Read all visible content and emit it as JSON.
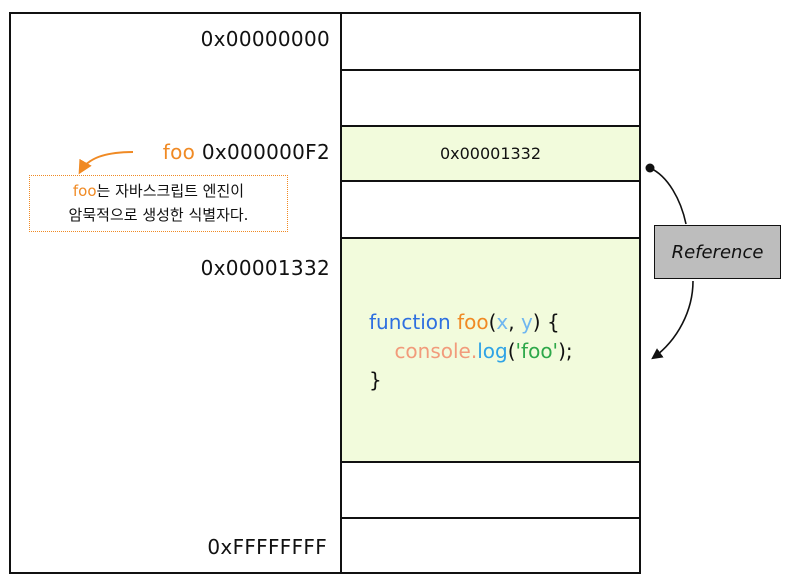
{
  "addresses": {
    "start": "0x00000000",
    "foo_name": "foo",
    "foo_addr": "0x000000F2",
    "func_addr": "0x00001332",
    "end": "0xFFFFFFFF"
  },
  "memory_cells": {
    "foo_value": "0x00001332"
  },
  "note": {
    "foo": "foo",
    "line1_rest": "는 자바스크립트 엔진이",
    "line2": "암묵적으로 생성한 식별자다."
  },
  "code": {
    "kw_function": "function",
    "fn_name": "foo",
    "open_paren": "(",
    "param_x": "x",
    "comma": ", ",
    "param_y": "y",
    "close_sig": ") {",
    "indent": "    ",
    "console": "console",
    "dot": ".",
    "log": "log",
    "open_call": "(",
    "string": "'foo'",
    "close_call": ");",
    "close_brace": "}"
  },
  "reference_label": "Reference",
  "colors": {
    "highlight": "#f2fbdc",
    "accent_orange": "#f08a24",
    "keyword_blue": "#2e6fe0",
    "string_green": "#2ea84a",
    "reference_box": "#bdbdbd"
  }
}
